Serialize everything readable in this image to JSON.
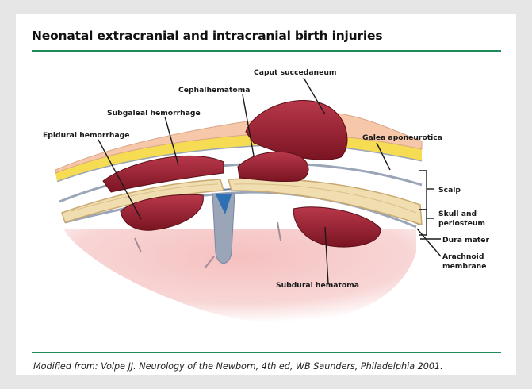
{
  "title": "Neonatal extracranial and intracranial birth injuries",
  "caption": "Modified from: Volpe JJ. Neurology of the Newborn, 4th ed, WB Saunders, Philadelphia 2001.",
  "colors": {
    "accent_rule": "#1f8a5a",
    "brain": "#f2c4c4",
    "bone": "#f0ddb0",
    "fat": "#f5dc52",
    "skin": "#f6c7a8",
    "blood": "#8c1c2a",
    "membrane": "#9aa6b8",
    "sinus": "#2f6fb3"
  },
  "labels": {
    "caput_succedaneum": "Caput succedaneum",
    "cephalhematoma": "Cephalhematoma",
    "subgaleal_hemorrhage": "Subgaleal hemorrhage",
    "epidural_hemorrhage": "Epidural hemorrhage",
    "galea_aponeurotica": "Galea aponeurotica",
    "scalp": "Scalp",
    "skull_line1": "Skull and",
    "skull_line2": "periosteum",
    "dura_mater": "Dura mater",
    "arachnoid_line1": "Arachnoid",
    "arachnoid_line2": "membrane",
    "subdural_hematoma": "Subdural hematoma"
  }
}
